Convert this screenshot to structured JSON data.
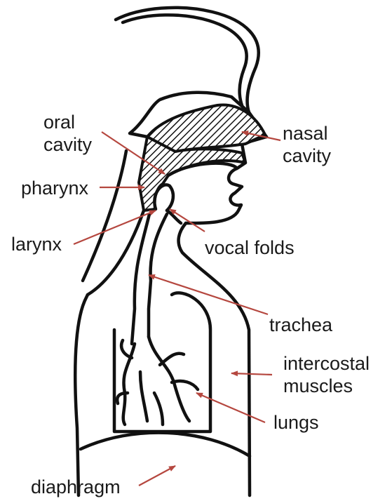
{
  "labels": {
    "oral_cavity": [
      "oral",
      "cavity"
    ],
    "nasal_cavity": [
      "nasal",
      "cavity"
    ],
    "pharynx": "pharynx",
    "larynx": "larynx",
    "vocal_folds": "vocal folds",
    "trachea": "trachea",
    "intercostal_muscles": [
      "intercostal",
      "muscles"
    ],
    "lungs": "lungs",
    "diaphragm": "diaphragm"
  },
  "colors": {
    "arrow": "#b5473f",
    "outline": "#111111",
    "text": "#1a1a1a"
  }
}
